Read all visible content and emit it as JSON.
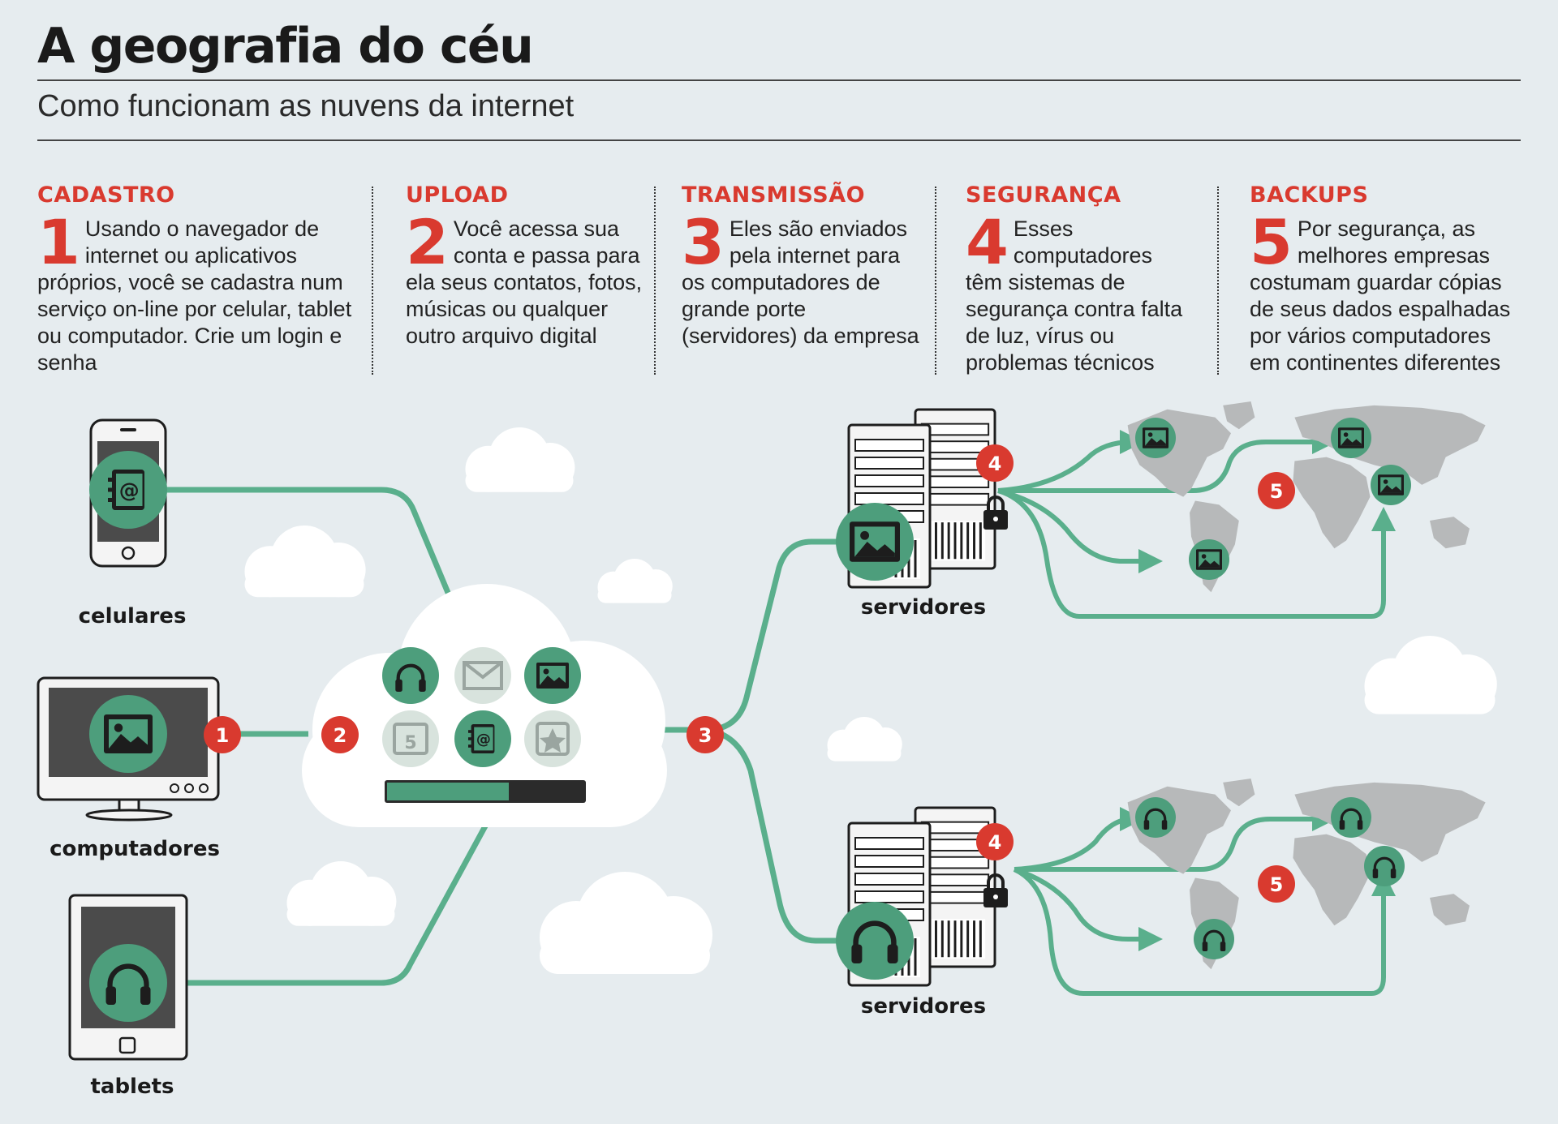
{
  "header": {
    "title": "A geografia do céu",
    "subtitle": "Como funcionam as nuvens da internet"
  },
  "steps": [
    {
      "heading": "CADASTRO",
      "number": "1",
      "text": "Usando o navegador de internet ou aplicativos próprios, você se cadastra num serviço on-line por celular, tablet ou computador. Crie um login e senha"
    },
    {
      "heading": "UPLOAD",
      "number": "2",
      "text": "Você acessa sua conta e passa para ela seus contatos, fotos, músicas ou qualquer outro arquivo digital"
    },
    {
      "heading": "TRANSMISSÃO",
      "number": "3",
      "text": "Eles são enviados pela internet para os computadores de grande porte (servidores) da empresa"
    },
    {
      "heading": "SEGURANÇA",
      "number": "4",
      "text": "Esses computadores têm sistemas de segurança contra falta de luz, vírus ou problemas técnicos"
    },
    {
      "heading": "BACKUPS",
      "number": "5",
      "text": "Por segurança, as melhores empresas costumam guardar cópias de seus dados espalhadas por vários computadores em continentes diferentes"
    }
  ],
  "devices": [
    {
      "label": "celulares",
      "icon": "contacts-icon"
    },
    {
      "label": "computadores",
      "icon": "image-icon"
    },
    {
      "label": "tablets",
      "icon": "headphones-icon"
    }
  ],
  "cloud": {
    "icons": [
      "headphones-icon",
      "mail-icon",
      "image-icon",
      "calendar-icon",
      "contacts-icon",
      "star-icon"
    ],
    "calendar_day": "5",
    "progress": 0.62
  },
  "servers": [
    {
      "label": "servidores",
      "icon": "image-icon"
    },
    {
      "label": "servidores",
      "icon": "headphones-icon"
    }
  ],
  "markers": {
    "m1": "1",
    "m2": "2",
    "m3": "3",
    "m4": "4",
    "m5": "5"
  },
  "colors": {
    "accent": "#d93a2f",
    "line": "#5aaf8c",
    "icon_dark": "#4d9e7c",
    "background": "#e6ecef",
    "map": "#b7b9ba"
  }
}
